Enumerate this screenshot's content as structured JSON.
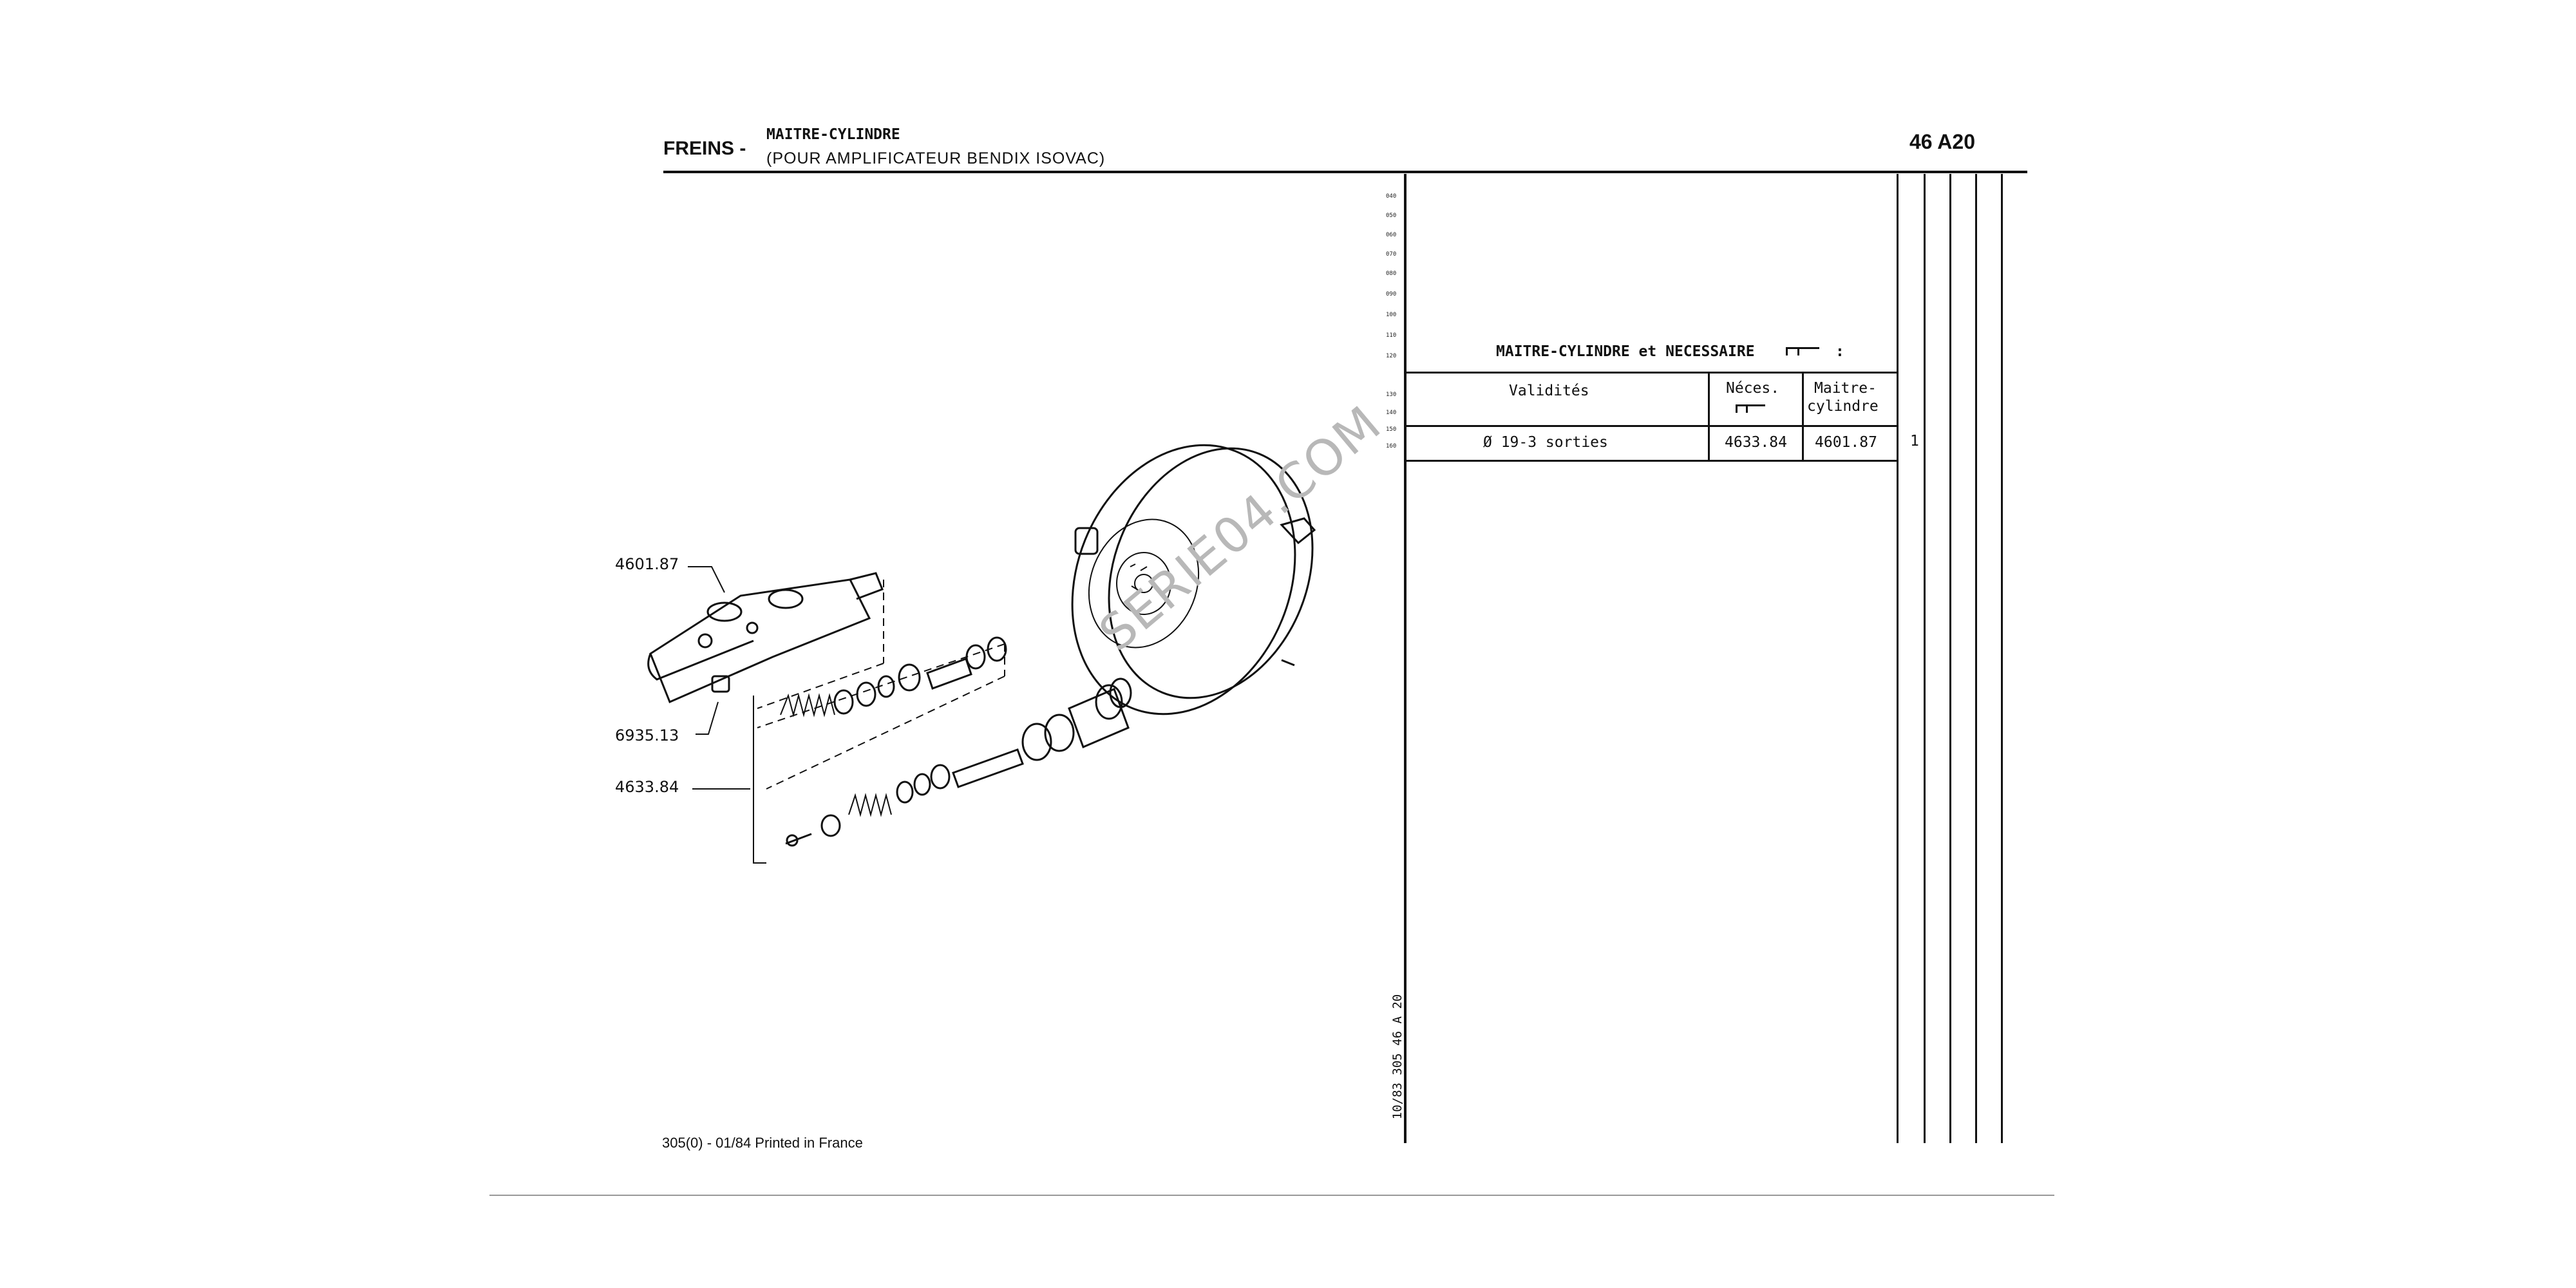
{
  "header": {
    "section": "FREINS -",
    "title_line1": "MAITRE-CYLINDRE",
    "title_line2": "(POUR AMPLIFICATEUR BENDIX ISOVAC)",
    "page_ref": "46 A20"
  },
  "margin_ticks": [
    "040",
    "050",
    "060",
    "070",
    "080",
    "090",
    "100",
    "110",
    "120",
    "130",
    "140",
    "150",
    "160"
  ],
  "side_ref": "10/83 305 46 A 20",
  "parts_table": {
    "heading": "MAITRE-CYLINDRE et NECESSAIRE",
    "heading_suffix": ":",
    "col_validites": "Validités",
    "col_neces": "Néces.",
    "col_maitre_line1": "Maitre-",
    "col_maitre_line2": "cylindre",
    "row": {
      "validite": "Ø 19-3 sorties",
      "neces": "4633.84",
      "maitre": "4601.87",
      "qty": "1"
    }
  },
  "callouts": {
    "master_cylinder": "4601.87",
    "cap": "6935.13",
    "kit": "4633.84"
  },
  "watermark": "SERIE04.COM",
  "footer": "305(0) - 01/84 Printed in France"
}
